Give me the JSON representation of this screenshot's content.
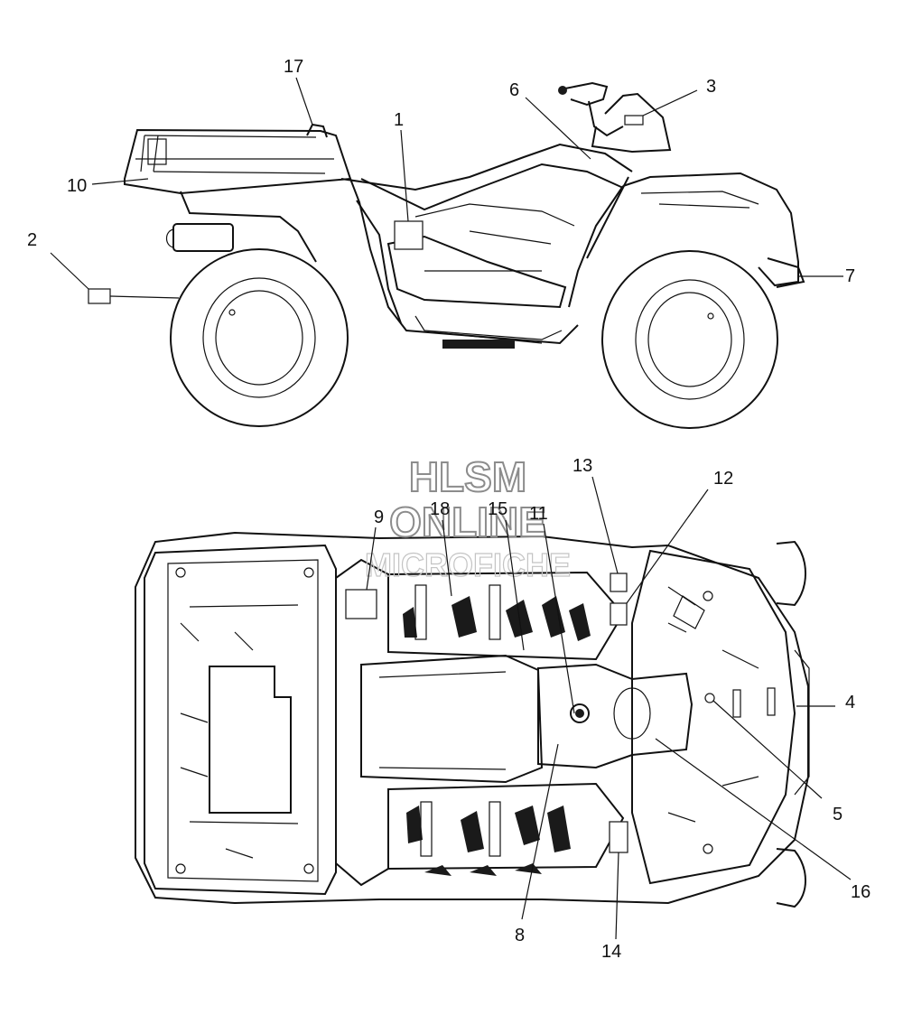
{
  "watermark": {
    "line1": "HLSM",
    "line2": "ONLINE",
    "line3": "MICROFICHE"
  },
  "callouts": [
    {
      "num": "1"
    },
    {
      "num": "2"
    },
    {
      "num": "3"
    },
    {
      "num": "4"
    },
    {
      "num": "5"
    },
    {
      "num": "6"
    },
    {
      "num": "7"
    },
    {
      "num": "8"
    },
    {
      "num": "9"
    },
    {
      "num": "10"
    },
    {
      "num": "11"
    },
    {
      "num": "12"
    },
    {
      "num": "13"
    },
    {
      "num": "14"
    },
    {
      "num": "15"
    },
    {
      "num": "16"
    },
    {
      "num": "17"
    },
    {
      "num": "18"
    }
  ],
  "colors": {
    "line": "#111111",
    "background": "#ffffff",
    "watermark": "#9a9a9a"
  }
}
